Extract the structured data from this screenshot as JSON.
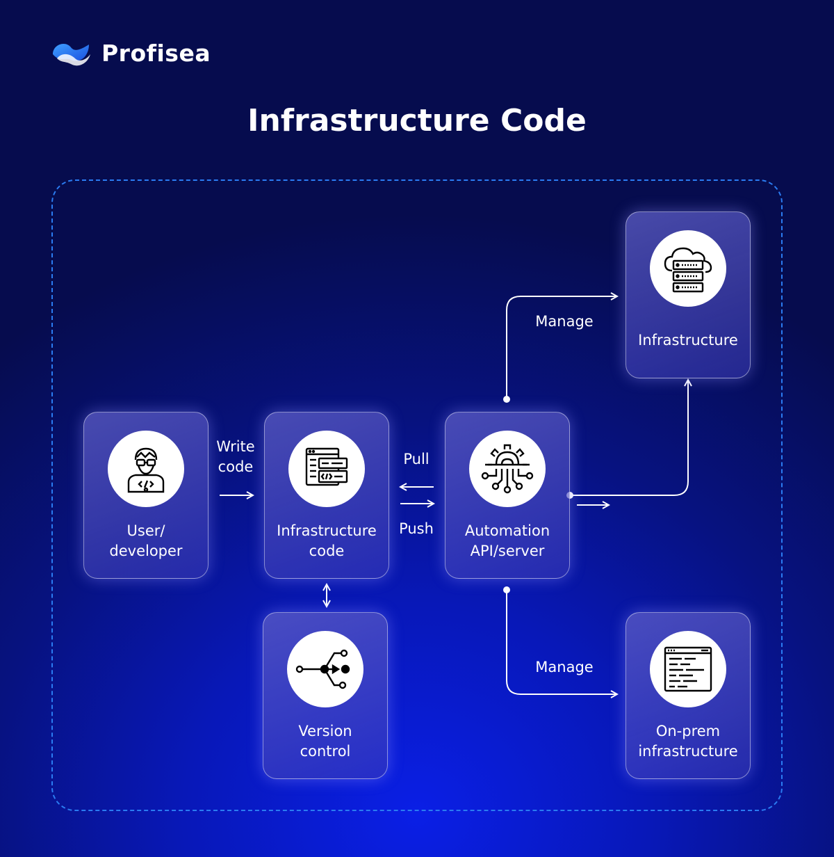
{
  "brand": {
    "name": "Profisea"
  },
  "title": "Infrastructure Code",
  "nodes": {
    "user": {
      "line1": "User/",
      "line2": "developer",
      "icon": "developer-icon"
    },
    "code": {
      "line1": "Infrastructure",
      "line2": "code",
      "icon": "code-window-icon"
    },
    "version": {
      "line1": "Version",
      "line2": "control",
      "icon": "branch-icon"
    },
    "automation": {
      "line1": "Automation",
      "line2": "API/server",
      "icon": "gear-circuit-icon"
    },
    "infra": {
      "line1": "Infrastructure",
      "icon": "cloud-server-icon"
    },
    "onprem": {
      "line1": "On-prem",
      "line2": "infrastructure",
      "icon": "terminal-icon"
    }
  },
  "edges": {
    "write": {
      "line1": "Write",
      "line2": "code"
    },
    "pull": "Pull",
    "push": "Push",
    "manage_top": "Manage",
    "manage_bottom": "Manage"
  },
  "colors": {
    "frame": "#2b7cf2",
    "background": "#071280",
    "node": "#4a4ac4"
  }
}
